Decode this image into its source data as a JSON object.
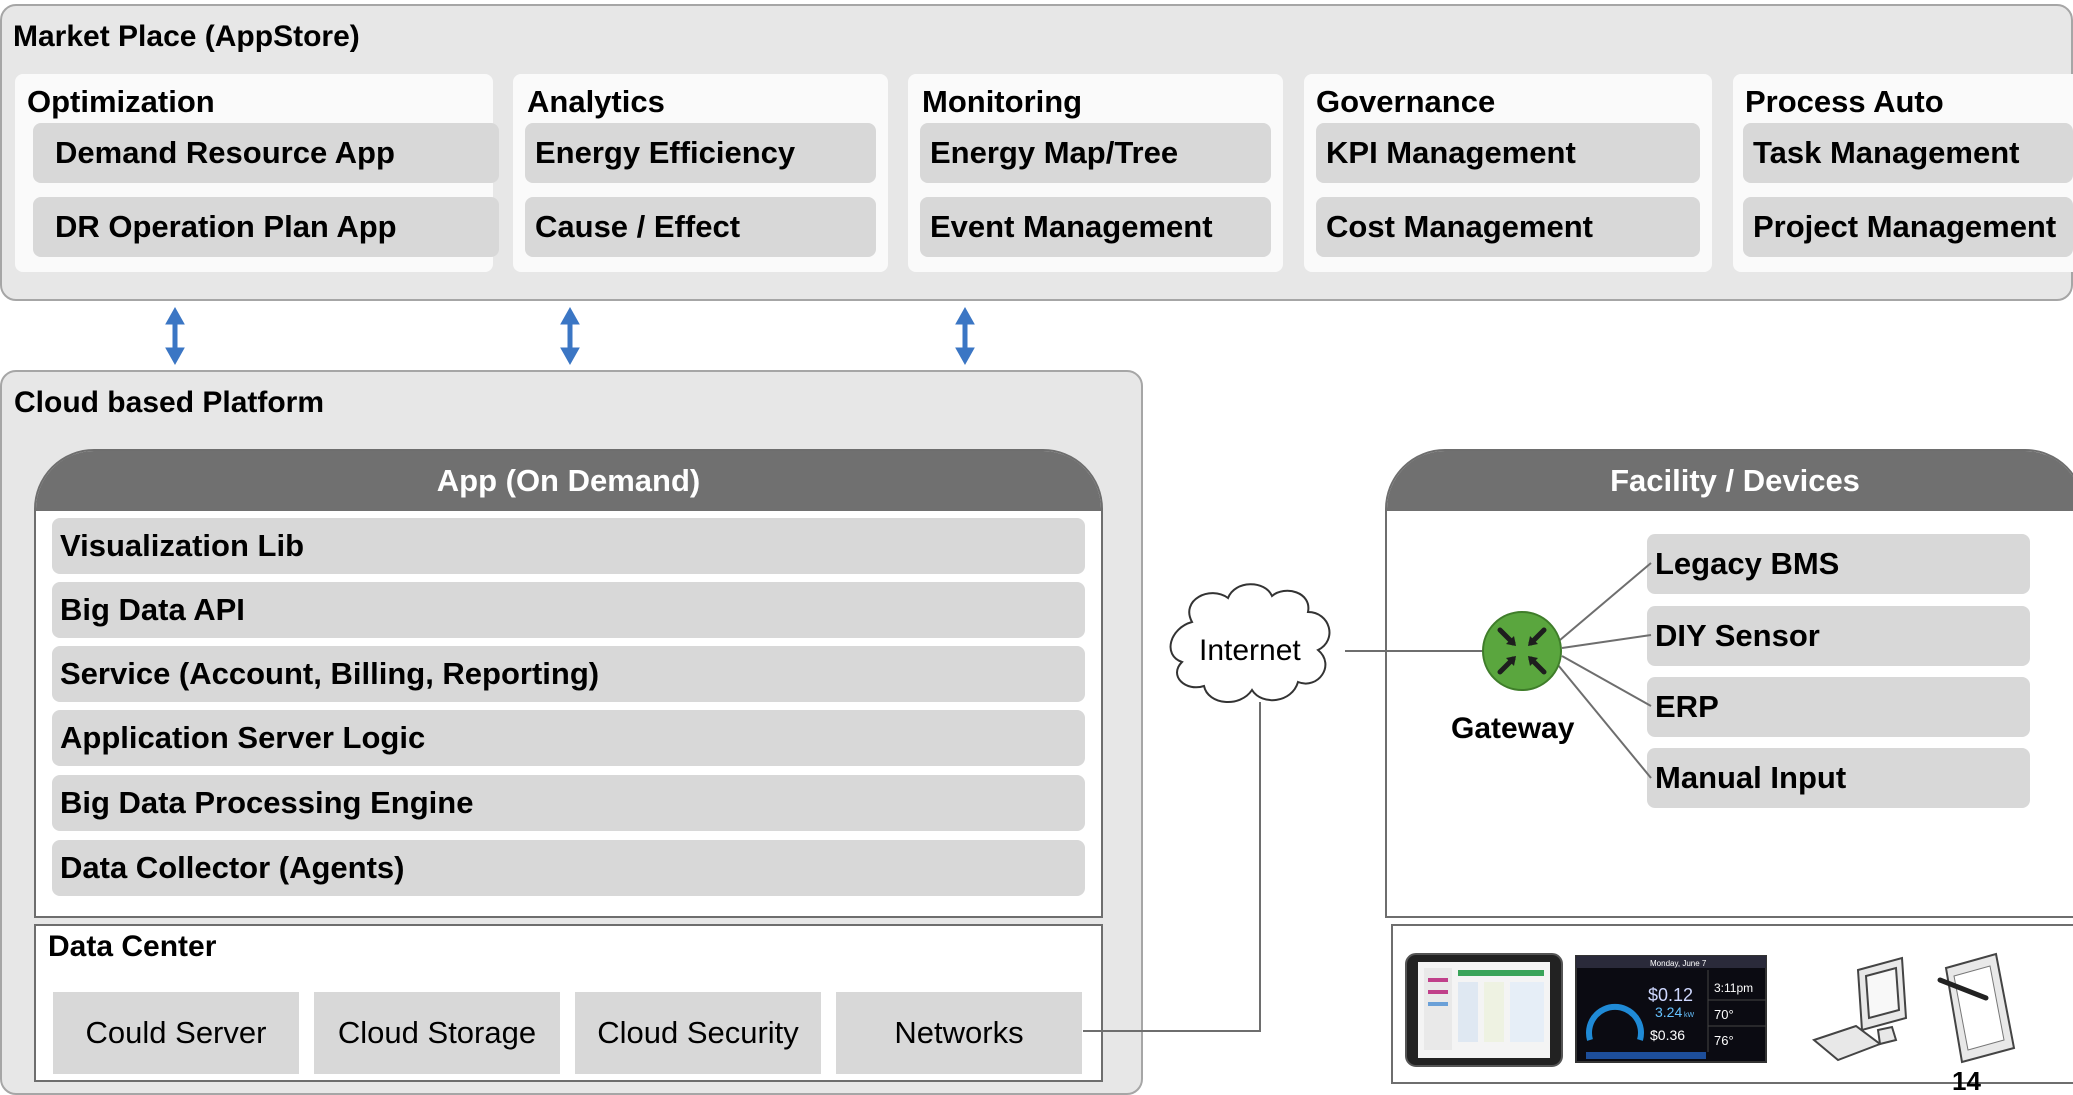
{
  "marketplace": {
    "title": "Market Place (AppStore)",
    "categories": [
      {
        "label": "Optimization",
        "items": [
          "Demand Resource App",
          "DR  Operation  Plan App"
        ]
      },
      {
        "label": "Analytics",
        "items": [
          "Energy Efficiency",
          "Cause / Effect"
        ]
      },
      {
        "label": "Monitoring",
        "items": [
          "Energy Map/Tree",
          "Event Management"
        ]
      },
      {
        "label": "Governance",
        "items": [
          "KPI Management",
          "Cost Management"
        ]
      },
      {
        "label": "Process Auto",
        "items": [
          "Task Management",
          "Project Management"
        ]
      }
    ]
  },
  "platform": {
    "title": "Cloud based Platform",
    "app_header": "App (On Demand)",
    "layers": [
      "Visualization Lib",
      "Big Data API",
      "Service (Account, Billing,  Reporting)",
      "Application Server Logic",
      "Big Data Processing Engine",
      "Data Collector (Agents)"
    ],
    "data_center": {
      "title": "Data Center",
      "items": [
        "Could Server",
        "Cloud Storage",
        "Cloud Security",
        "Networks"
      ]
    }
  },
  "network": {
    "internet_label": "Internet",
    "gateway_label": "Gateway"
  },
  "facility": {
    "header": "Facility / Devices",
    "devices": [
      "Legacy BMS",
      "DIY Sensor",
      "ERP",
      "Manual Input"
    ]
  },
  "devices_panel": {
    "screen_values": {
      "date": "Monday, June 7",
      "cost_now": "$0.12",
      "power_kw": "3.24",
      "power_unit": "kW",
      "cost_day": "$0.36",
      "time": "3:11pm",
      "temp_in": "70°",
      "temp_out": "76°"
    }
  },
  "page_number": "14",
  "colors": {
    "panel_bg": "#e7e7e7",
    "item_bg": "#d8d8d8",
    "header_bg": "#707070",
    "arrow_blue": "#3b76c4",
    "gateway_green": "#5aa63e"
  }
}
